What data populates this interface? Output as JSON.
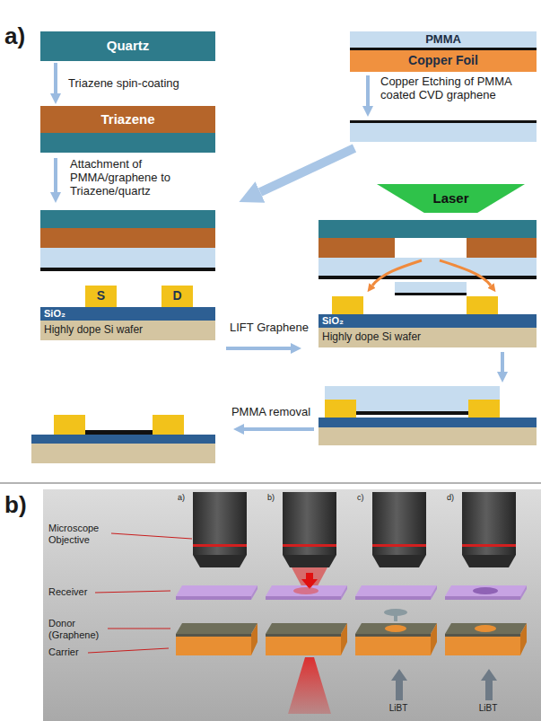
{
  "diagram": {
    "nodes": [
      {
        "text": [
          "Quartz"
        ]
      },
      {
        "text": [
          "Triazene"
        ]
      },
      {
        "text": [
          "S"
        ]
      },
      {
        "text": [
          "D"
        ]
      },
      {
        "text": [
          "SiO₂"
        ]
      },
      {
        "text": [
          "Highly dope Si wafer"
        ]
      },
      {
        "text": [
          "PMMA"
        ]
      },
      {
        "text": [
          "Copper Foil"
        ]
      },
      {
        "text": [
          "Laser"
        ]
      },
      {
        "text": [
          "SiO₂"
        ]
      },
      {
        "text": [
          "Highly dope Si wafer"
        ]
      }
    ],
    "edges": [
      {
        "from": 0,
        "to": 1,
        "arrow": "to",
        "label": "Triazene spin-coating"
      }
    ],
    "labels": [
      "a)",
      "Attachment of PMMA/graphene to Triazene/quartz",
      "Copper Etching of PMMA coated CVD graphene",
      "LIFT Graphene",
      "PMMA removal",
      "b)",
      "a)",
      "b)",
      "c)",
      "d)",
      "Microscope Objective",
      "Receiver",
      "Donor (Graphene)",
      "Carrier",
      "LiBT",
      "LiBT"
    ]
  }
}
